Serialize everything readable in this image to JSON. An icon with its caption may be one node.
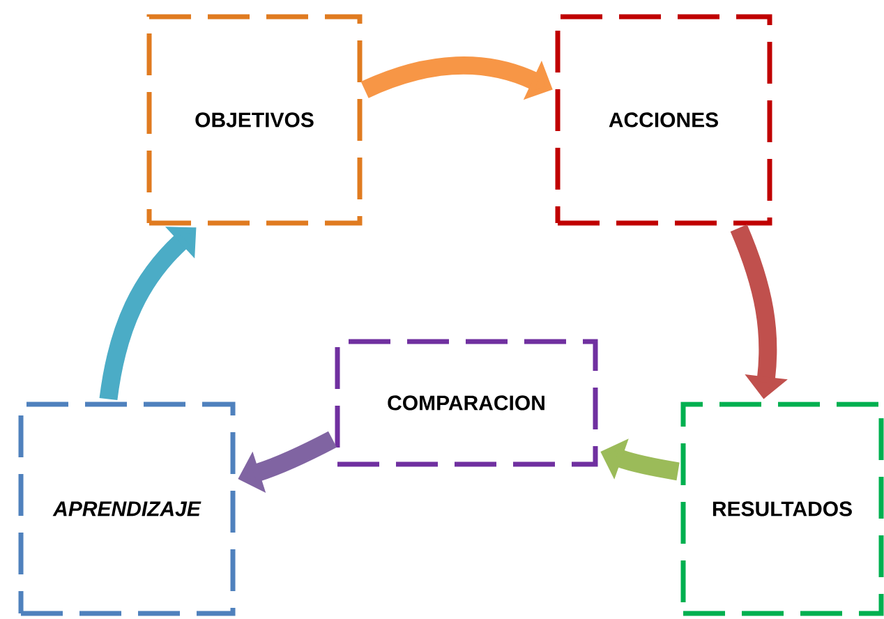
{
  "diagram": {
    "nodes": [
      {
        "text": [
          "OBJETIVOS"
        ]
      },
      {
        "text": [
          "ACCIONES"
        ]
      },
      {
        "text": [
          "RESULTADOS"
        ]
      },
      {
        "text": [
          "COMPARACION"
        ]
      },
      {
        "text": [
          "APRENDIZAJE"
        ]
      }
    ],
    "edges": [
      {
        "from": 0,
        "to": 1,
        "arrow": "to",
        "color": "#f79646"
      },
      {
        "from": 1,
        "to": 2,
        "arrow": "to",
        "color": "#c0504d"
      },
      {
        "from": 2,
        "to": 3,
        "arrow": "to",
        "color": "#9bbb59"
      },
      {
        "from": 3,
        "to": 4,
        "arrow": "to",
        "color": "#8064a2"
      },
      {
        "from": 4,
        "to": 0,
        "arrow": "to",
        "color": "#4bacc6"
      }
    ]
  }
}
